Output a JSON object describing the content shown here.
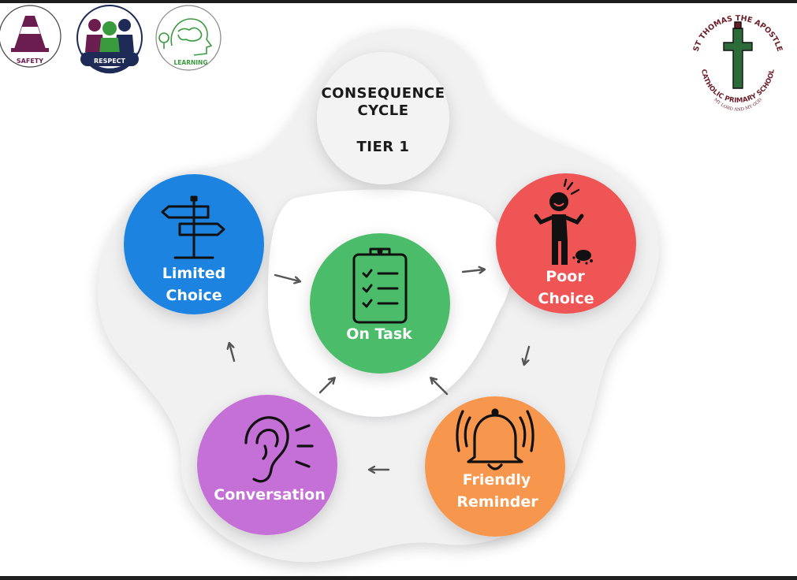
{
  "badges": {
    "safety": {
      "label": "SAFETY",
      "color": "#6b1d4f"
    },
    "respect": {
      "label": "RESPECT",
      "color": "#1f2b57"
    },
    "learning": {
      "label": "LEARNING",
      "color": "#3a9a3e"
    }
  },
  "school_crest": {
    "name_top": "ST THOMAS THE APOSTLE",
    "name_bottom": "CATHOLIC PRIMARY SCHOOL",
    "motto": "MY LORD AND MY GOD",
    "text_color": "#6b1d2a",
    "cross_color": "#2e6b3a"
  },
  "title": {
    "line1": "CONSEQUENCE",
    "line2": "CYCLE",
    "line3": "TIER 1"
  },
  "nodes": {
    "on_task": {
      "label": "On Task",
      "color": "#4cbd6a",
      "icon": "clipboard-checklist-icon"
    },
    "poor_choice": {
      "line1": "Poor",
      "line2": "Choice",
      "color": "#f05454",
      "icon": "frustrated-person-icon"
    },
    "friendly_reminder": {
      "line1": "Friendly",
      "line2": "Reminder",
      "color": "#f7964d",
      "icon": "ringing-bell-icon"
    },
    "conversation": {
      "label": "Conversation",
      "color": "#c46fd6",
      "icon": "ear-listening-icon"
    },
    "limited_choice": {
      "line1": "Limited",
      "line2": "Choice",
      "color": "#1f84e0",
      "icon": "signpost-icon"
    }
  }
}
